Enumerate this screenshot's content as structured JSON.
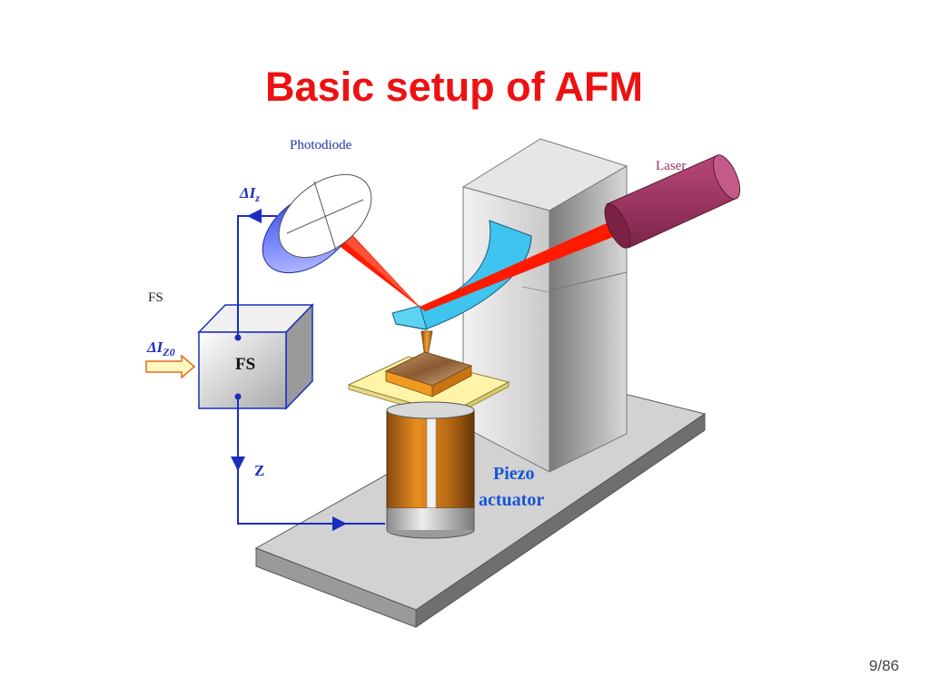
{
  "slide": {
    "title": "Basic setup of AFM",
    "page_number": "9/86"
  },
  "diagram": {
    "labels": {
      "photodiode": "Photodiode",
      "laser": "Laser",
      "fs_top": "FS",
      "fs_box": "FS",
      "delta_iz0": "ΔI",
      "delta_iz0_sub": "Z0",
      "delta_iz": "ΔI",
      "delta_iz_sub": "z",
      "z_signal": "Z",
      "piezo_line1": "Piezo",
      "piezo_line2": "actuator"
    },
    "colors": {
      "title": "#ee1111",
      "signal_lines": "#1a2dbf",
      "laser_beam": "#ff1a00",
      "laser_body": "#9a2f5c",
      "cantilever": "#33c3ee",
      "photodiode": "#3a4fe8",
      "piezo_text": "#1555d6",
      "photodiode_text": "#2233aa",
      "laser_text": "#9a2f5c"
    }
  }
}
